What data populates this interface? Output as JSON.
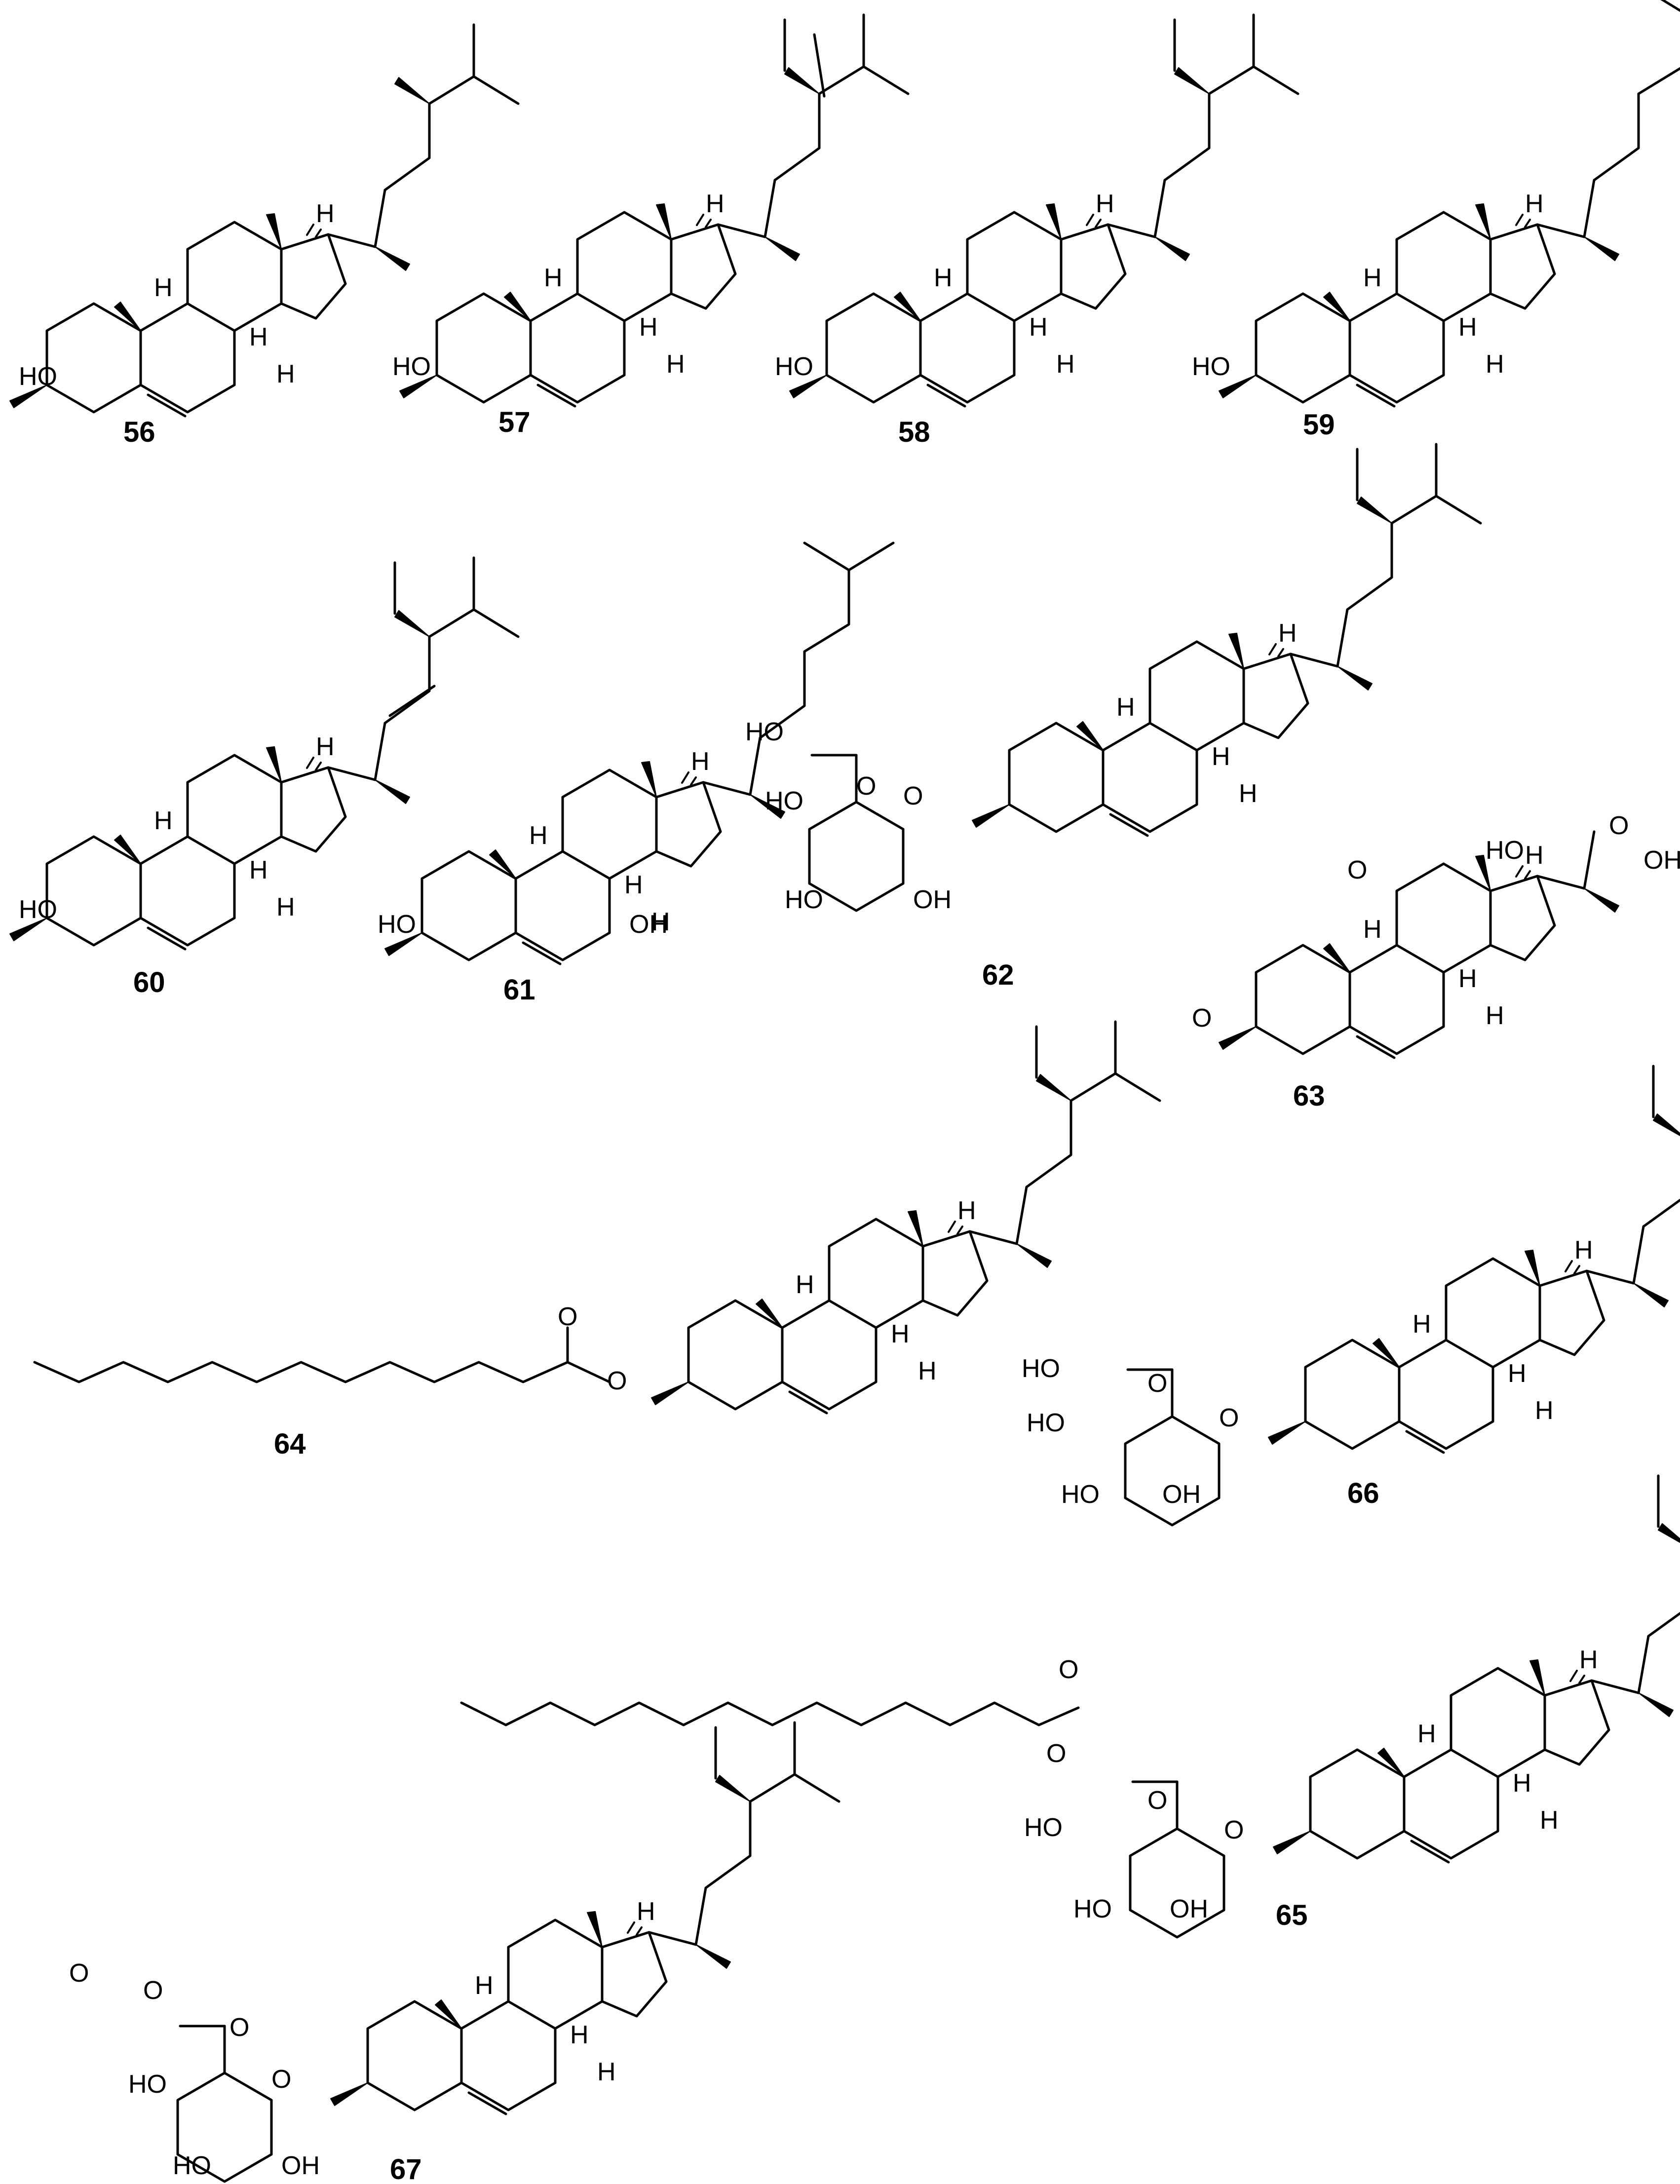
{
  "compounds": [
    {
      "id": "56",
      "label": "56",
      "sub": "HO"
    },
    {
      "id": "57",
      "label": "57",
      "sub": "HO"
    },
    {
      "id": "58",
      "label": "58",
      "sub": "HO"
    },
    {
      "id": "59",
      "label": "59",
      "sub": "HO"
    },
    {
      "id": "60",
      "label": "60",
      "sub": "HO"
    },
    {
      "id": "61",
      "label": "61",
      "sub": "HO",
      "sub2": "OH"
    },
    {
      "id": "62",
      "label": "62",
      "sub": "O"
    },
    {
      "id": "63",
      "label": "63"
    },
    {
      "id": "64",
      "label": "64",
      "sub": "O"
    },
    {
      "id": "66",
      "label": "66",
      "sub": "O"
    },
    {
      "id": "65",
      "label": "65",
      "sub": "O"
    },
    {
      "id": "67",
      "label": "67",
      "sub": "O"
    }
  ],
  "atoms": {
    "h": "H",
    "ho": "HO",
    "oh": "OH",
    "o": "O"
  }
}
